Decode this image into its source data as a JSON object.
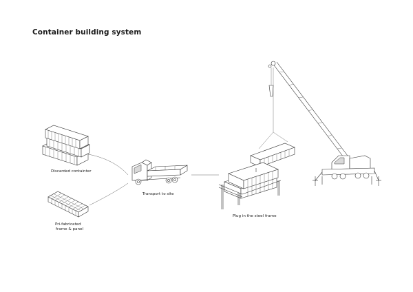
{
  "title": "Container building system",
  "captions": {
    "discarded": "Discarded containter",
    "transport": "Transport to site",
    "prefab_line1": "Pri-fabricated",
    "prefab_line2": "frame & panel",
    "plug": "Plug in the steel frame"
  }
}
